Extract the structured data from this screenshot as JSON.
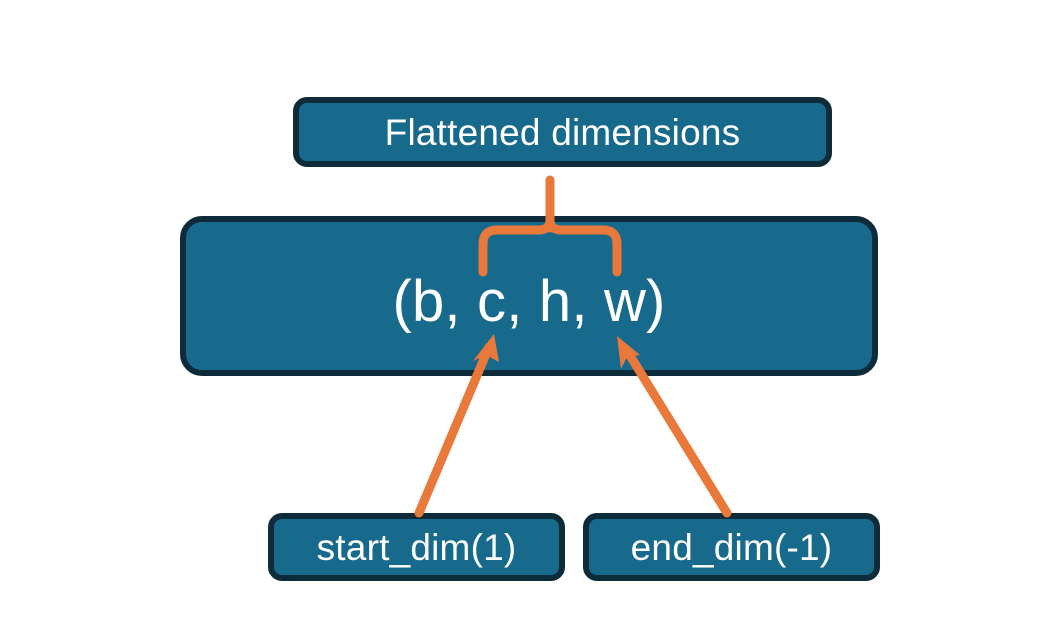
{
  "diagram": {
    "title_node": {
      "label": "Flattened dimensions"
    },
    "shape_node": {
      "label": "(b, c, h, w)"
    },
    "start_node": {
      "label": "start_dim(1)"
    },
    "end_node": {
      "label": "end_dim(-1)"
    },
    "colors": {
      "node_fill": "#176a8c",
      "node_border": "#0e2b3a",
      "node_text": "#ffffff",
      "connector": "#e8793a",
      "background": "#ffffff"
    },
    "connectors": [
      {
        "name": "brace-over-flattened-dims",
        "type": "curly-brace",
        "points_to": "Flattened dimensions",
        "spans": "h, w"
      },
      {
        "name": "arrow-start-dim-to-c",
        "type": "arrow",
        "from": "start_dim(1)",
        "to": "c"
      },
      {
        "name": "arrow-end-dim-to-w",
        "type": "arrow",
        "from": "end_dim(-1)",
        "to": "w"
      }
    ]
  }
}
